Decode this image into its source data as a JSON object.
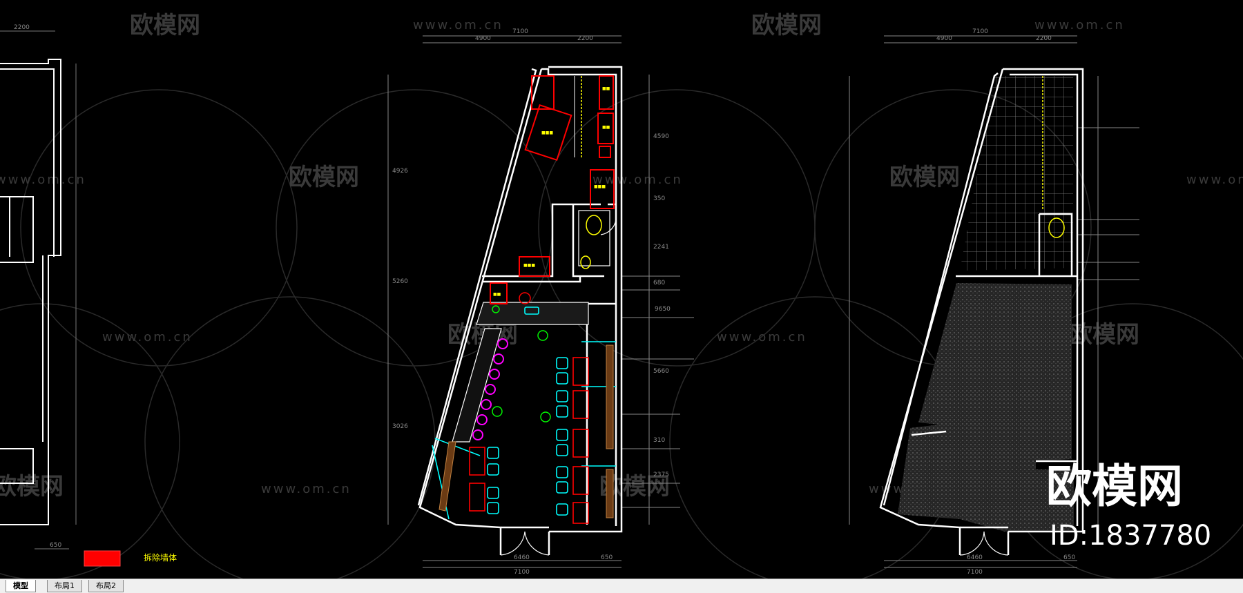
{
  "watermark": {
    "brand": "欧模网",
    "url": "www.om.cn"
  },
  "overlay": {
    "brand": "欧模网",
    "id": "ID:1837780"
  },
  "legend": {
    "label": "拆除墙体",
    "swatch_color": "#ff0000"
  },
  "tabs": [
    {
      "label": "模型"
    },
    {
      "label": "布局1"
    },
    {
      "label": "布局2"
    }
  ],
  "dims": {
    "left_top": "2200",
    "left_bottom": "650",
    "mid_top_total": "7100",
    "mid_top_a": "4900",
    "mid_top_b": "2200",
    "mid_bottom_a": "6460",
    "mid_bottom_b": "650",
    "mid_bottom_total": "7100",
    "right_top_total": "7100",
    "right_top_a": "4900",
    "right_top_b": "2200",
    "right_bottom_a": "6460",
    "right_bottom_b": "650",
    "right_bottom_total": "7100",
    "v1": "4590",
    "v2": "350",
    "v3": "2241",
    "v4": "680",
    "v5": "5660",
    "v6": "310",
    "v7": "2375",
    "v8": "9650",
    "v9": "4926",
    "v10": "3026",
    "v11": "5260"
  },
  "colors": {
    "wall": "#ffffff",
    "demolish": "#ff0000",
    "furniture": "#ffff00",
    "seat": "#00ffff",
    "stool": "#ff00ff",
    "grid": "#9a9a9a"
  }
}
